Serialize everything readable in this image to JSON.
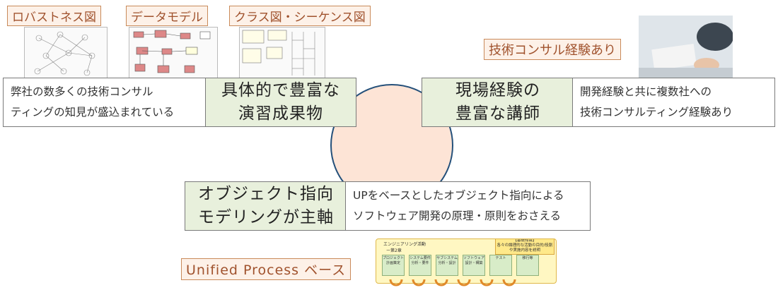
{
  "top_labels": {
    "robustness": "ロバストネス図",
    "data_model": "データモデル",
    "class_seq": "クラス図・シーケンス図"
  },
  "consult_tag": "技術コンサル経験あり",
  "left": {
    "desc_line1": "弊社の数多くの技術コンサル",
    "desc_line2": "ティングの知見が盛込まれている",
    "hl_line1": "具体的で豊富な",
    "hl_line2": "演習成果物"
  },
  "right": {
    "hl_line1": "現場経験の",
    "hl_line2": "豊富な講師",
    "desc_line1": "開発経験と共に複数社への",
    "desc_line2": "技術コンサルティング経験あり"
  },
  "bottom": {
    "hl_line1": "オブジェクト指向",
    "hl_line2": "モデリングが主軸",
    "desc_line1": "UPをベースとしたオブジェクト指向による",
    "desc_line2": "ソフトウェア開発の原理・原則をおさえる"
  },
  "up_tag": "Unified Process ベース",
  "scroll": {
    "title": "エンジニアリング活動",
    "chapter": "ー第2章",
    "note_title": "【基礎知識】",
    "note_body": "各々の論理的な活動の目的/役割や実施内容を説明",
    "steps": [
      "プロジェクト計画策定",
      "システム要件分析・要件",
      "サブシステム分析・設計",
      "ソフトウェア設計・構築",
      "テスト",
      "移行等"
    ]
  },
  "colors": {
    "tag_border": "#c98a5a",
    "highlight_bg": "#e8f0dc",
    "circle_fill": "#fde4d6",
    "circle_stroke": "#24507a"
  }
}
